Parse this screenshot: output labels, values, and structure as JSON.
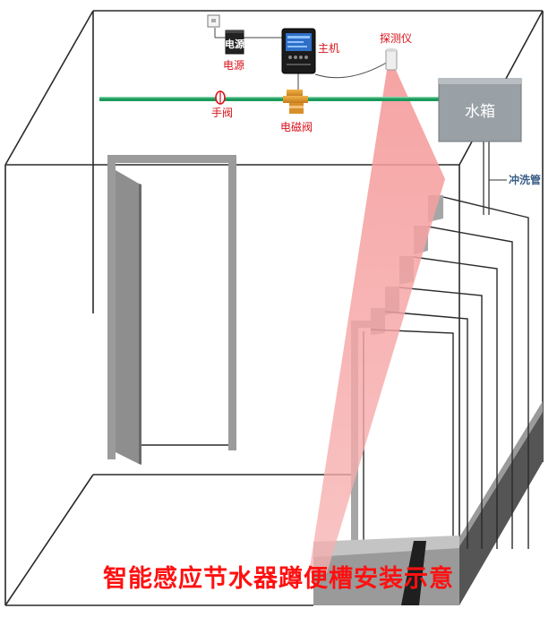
{
  "labels": {
    "power_device": "电源",
    "power": "电源",
    "host": "主机",
    "detector": "探测仪",
    "manual_valve": "手阀",
    "solenoid_valve": "电磁阀",
    "water_tank": "水箱",
    "flush_pipe": "冲洗管",
    "title": "智能感应节水器蹲便槽安装示意"
  },
  "colors": {
    "pipe": "#1a9a5c",
    "tank": "#9aa1a6",
    "beam": "#f39a9a",
    "label_red": "#d8121b",
    "title": "#ff1010",
    "label_blue": "#3a5f86"
  }
}
